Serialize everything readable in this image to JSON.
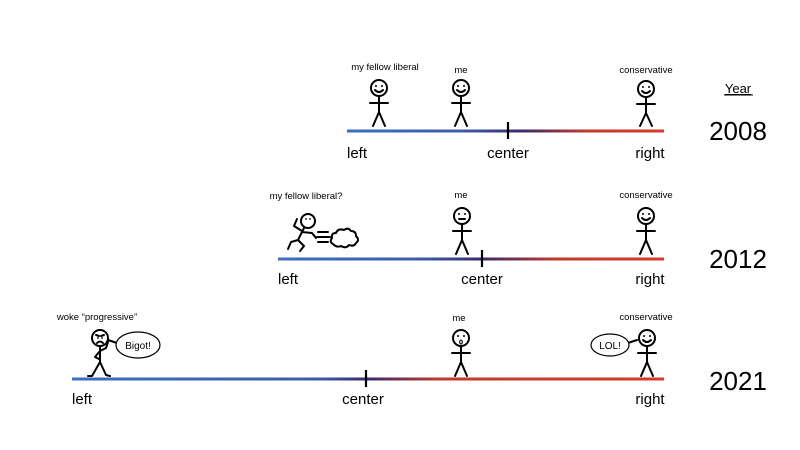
{
  "year_header": "Year",
  "rows": [
    {
      "year": "2008",
      "left_label": "left",
      "center_label": "center",
      "right_label": "right",
      "figures": {
        "left_figure": "my fellow liberal",
        "me": "me",
        "conservative": "conservative"
      }
    },
    {
      "year": "2012",
      "left_label": "left",
      "center_label": "center",
      "right_label": "right",
      "figures": {
        "left_figure": "my fellow liberal?",
        "me": "me",
        "conservative": "conservative"
      }
    },
    {
      "year": "2021",
      "left_label": "left",
      "center_label": "center",
      "right_label": "right",
      "figures": {
        "left_figure": "woke “progressive”",
        "me": "me",
        "conservative": "conservative"
      },
      "speech": {
        "left_figure": "Bigot!",
        "conservative": "LOL!"
      }
    }
  ],
  "colors": {
    "left": "#3b6fbf",
    "middle": "#3a2a6a",
    "right": "#d43c2c"
  }
}
